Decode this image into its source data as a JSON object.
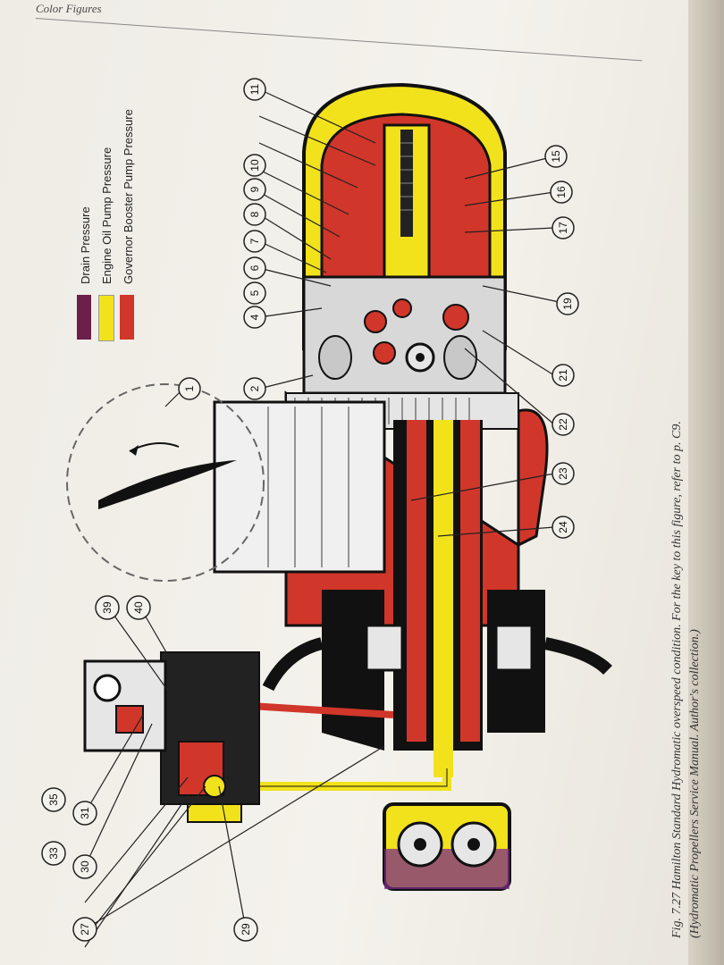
{
  "page": {
    "header": "Color Figures"
  },
  "legend": {
    "items": [
      {
        "label": "Drain Pressure",
        "color": "#6b1f4a"
      },
      {
        "label": "Engine Oil Pump Pressure",
        "color": "#f2e21c"
      },
      {
        "label": "Governor Booster Pump Pressure",
        "color": "#d1362a"
      }
    ]
  },
  "diagram": {
    "callouts": [
      "1",
      "2",
      "4",
      "5",
      "6",
      "7",
      "8",
      "9",
      "10",
      "11",
      "15",
      "16",
      "17",
      "19",
      "21",
      "22",
      "23",
      "24",
      "27",
      "29",
      "30",
      "31",
      "33",
      "35",
      "39",
      "40"
    ]
  },
  "caption": {
    "line1": "Fig. 7.27   Hamilton Standard Hydromatic overspeed condition.   For the key to this figure, refer to p. C9.",
    "line2": "(Hydromatic Propellers Service Manual.   Author's collection.)"
  }
}
